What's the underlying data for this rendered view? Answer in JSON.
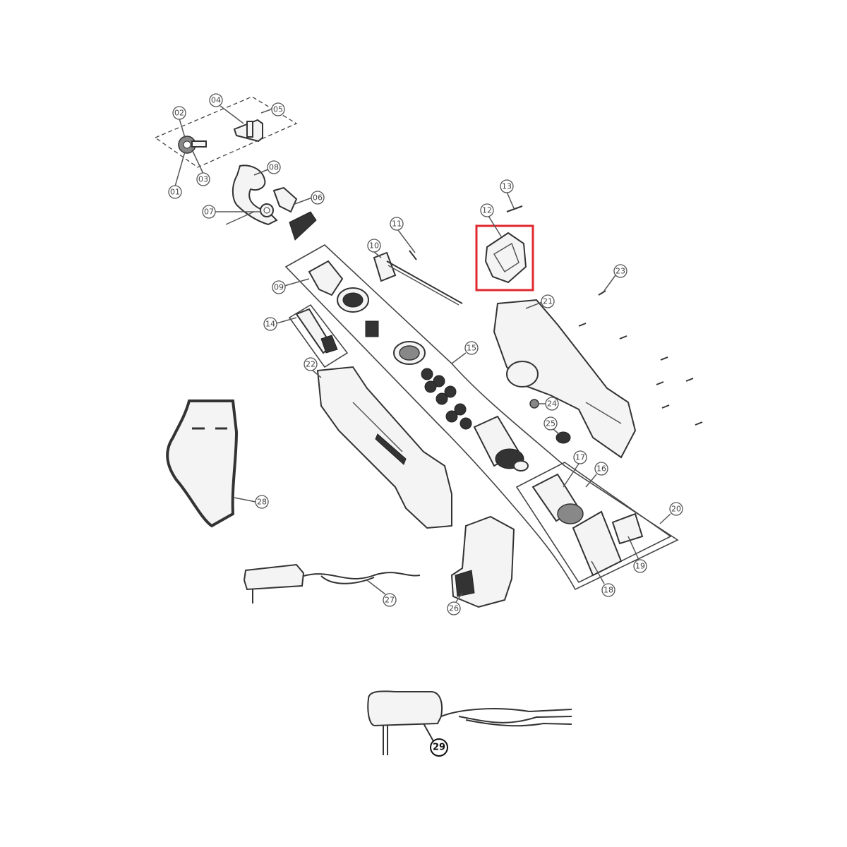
{
  "diagram": {
    "highlight_color": "#e0282e",
    "part_numbers": [
      "01",
      "02",
      "03",
      "04",
      "05",
      "06",
      "07",
      "08",
      "09",
      "10",
      "11",
      "12",
      "13",
      "14",
      "15",
      "16",
      "17",
      "18",
      "19",
      "20",
      "21",
      "22",
      "23",
      "24",
      "25",
      "26",
      "27",
      "28",
      "29"
    ],
    "highlighted_part": "12"
  }
}
